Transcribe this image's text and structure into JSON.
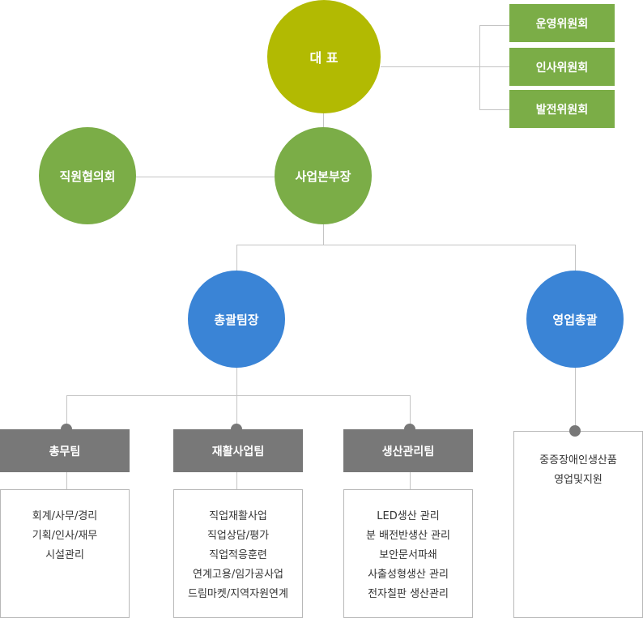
{
  "chart_title": "",
  "nodes": {
    "ceo": "대 표",
    "employee_council": "직원협의회",
    "business_head": "사업본부장",
    "general_manager": "총괄팀장",
    "sales_head": "영업총괄"
  },
  "committees": [
    "운영위원회",
    "인사위원회",
    "발전위원회"
  ],
  "teams": [
    {
      "name": "총무팀",
      "duties": [
        "회계/사무/경리",
        "기획/인사/재무",
        "시설관리"
      ]
    },
    {
      "name": "재활사업팀",
      "duties": [
        "직업재활사업",
        "직업상담/평가",
        "직업적응훈련",
        "연계고용/임가공사업",
        "드림마켓/지역자원연계"
      ]
    },
    {
      "name": "생산관리팀",
      "duties": [
        "LED생산 관리",
        "분 배전반생산 관리",
        "보안문서파쇄",
        "사출성형생산 관리",
        "전자칠판 생산관리"
      ]
    }
  ],
  "sales": {
    "duties": [
      "중증장애인생산품",
      "영업및지원"
    ]
  },
  "colors": {
    "ceo": "#b2ba02",
    "green": "#7bad47",
    "blue": "#3a84d6",
    "team": "#787878",
    "line": "#c4c4c4"
  }
}
